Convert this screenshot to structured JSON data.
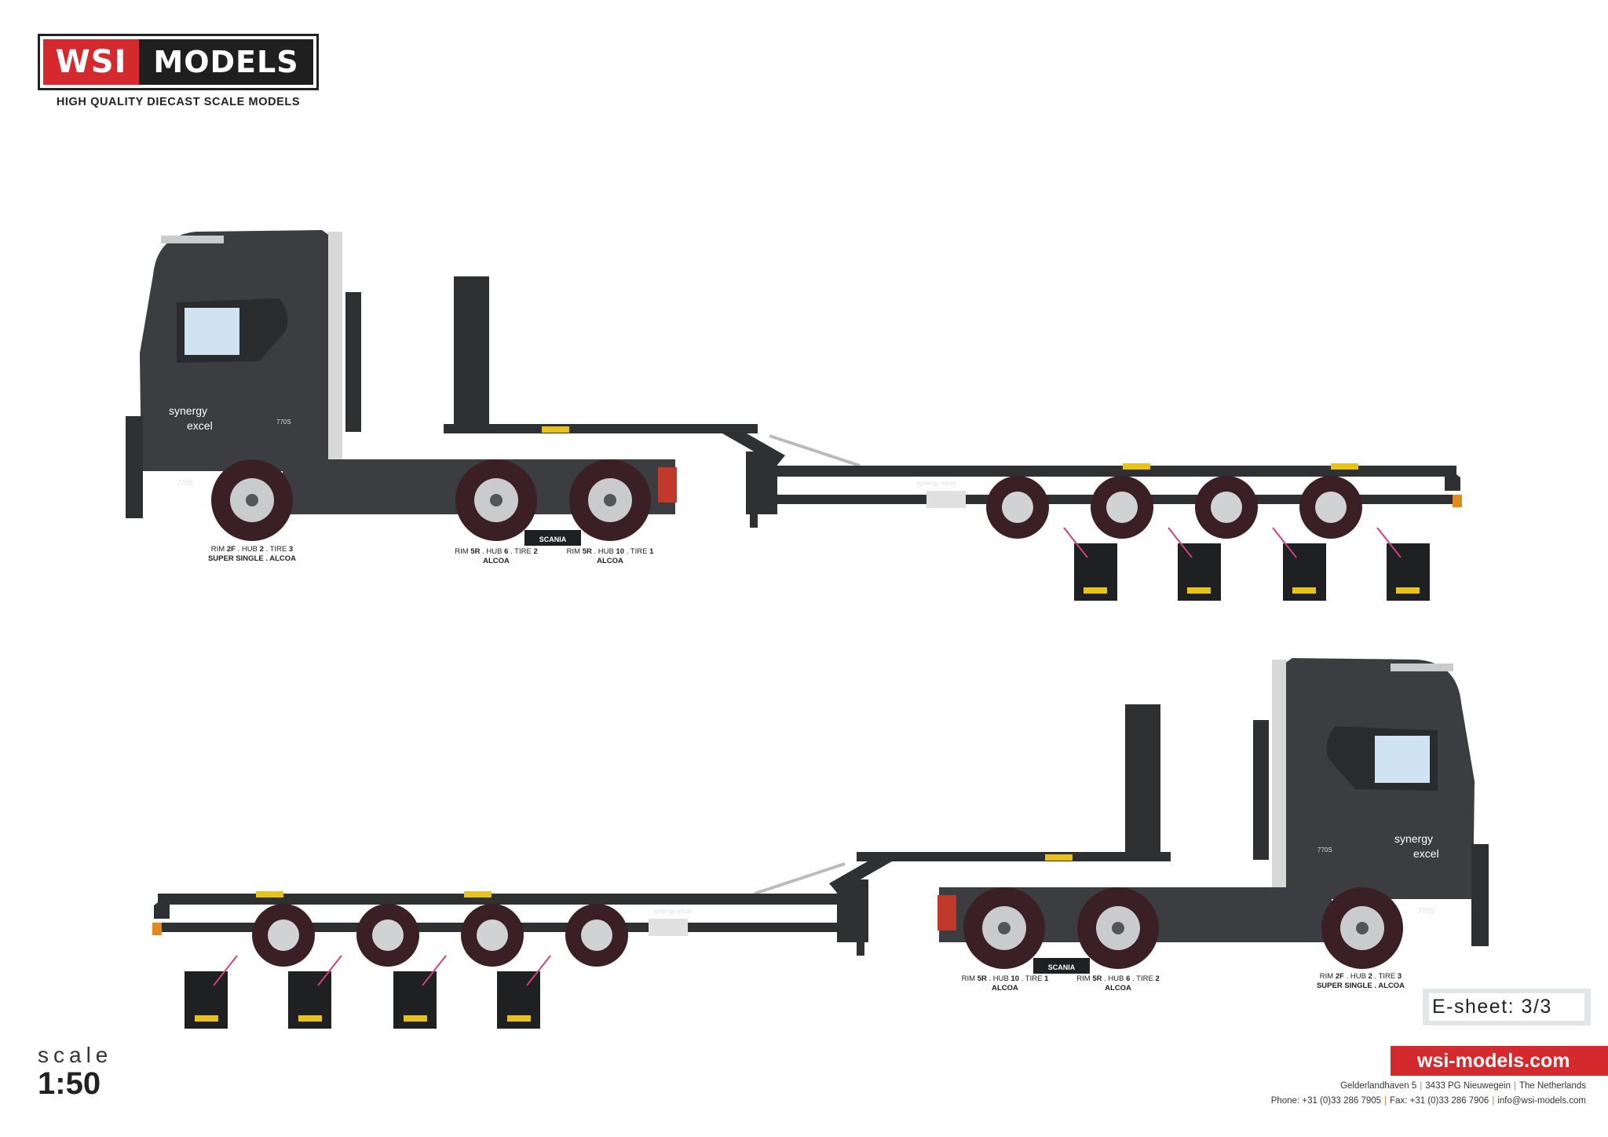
{
  "brand": {
    "logo_left": "WSI",
    "logo_right": "MODELS",
    "tagline": "HIGH QUALITY DIECAST SCALE MODELS"
  },
  "vehicle_marks": {
    "cab_logo_line1": "synergy",
    "cab_logo_line2": "excel",
    "model_badge": "770S",
    "plate": "SCANIA",
    "trailer_logo": "synergy excel"
  },
  "labels": {
    "front": {
      "rim": "2F",
      "hub": "2",
      "tire": "3",
      "line2": "SUPER SINGLE . ALCOA"
    },
    "rear1": {
      "rim": "5R",
      "hub": "6",
      "tire": "2",
      "line2": "ALCOA"
    },
    "rear2": {
      "rim": "5R",
      "hub": "10",
      "tire": "1",
      "line2": "ALCOA"
    },
    "rim_word": "RIM",
    "hub_word": "HUB",
    "tire_word": "TIRE"
  },
  "sheet": {
    "label": "E-sheet: 3/3"
  },
  "scale": {
    "word": "scale",
    "value": "1:50"
  },
  "footer": {
    "website": "wsi-models.com",
    "address": [
      "Gelderlandhaven 5",
      "3433  PG  Nieuwegein",
      "The Netherlands"
    ],
    "contact": [
      "Phone: +31 (0)33 286 7905",
      "Fax: +31 (0)33 286 7906",
      "info@wsi-models.com"
    ]
  },
  "colors": {
    "brand_red": "#d42a2e",
    "truck_body": "#3b3d40",
    "tire": "#3a1f25",
    "rim": "#c9cbcd",
    "mudflap_yellow": "#e6c21a"
  }
}
